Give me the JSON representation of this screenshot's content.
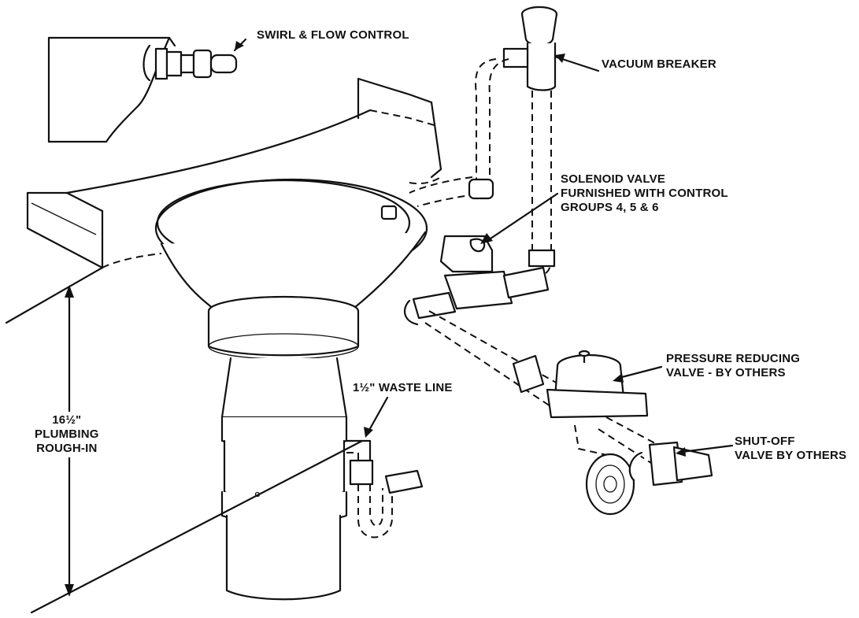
{
  "labels": {
    "swirl": "SWIRL & FLOW CONTROL",
    "vacuum": "VACUUM BREAKER",
    "solenoid": [
      "SOLENOID VALVE",
      "FURNISHED WITH CONTROL",
      "GROUPS 4, 5 & 6"
    ],
    "pressure": [
      "PRESSURE REDUCING",
      "VALVE - BY OTHERS"
    ],
    "shutoff": [
      "SHUT-OFF",
      "VALVE BY OTHERS"
    ],
    "waste": "1½\" WASTE LINE",
    "roughin": [
      "16½\"",
      "PLUMBING",
      "ROUGH-IN"
    ]
  },
  "colors": {
    "ink": "#111111",
    "background": "#ffffff"
  }
}
